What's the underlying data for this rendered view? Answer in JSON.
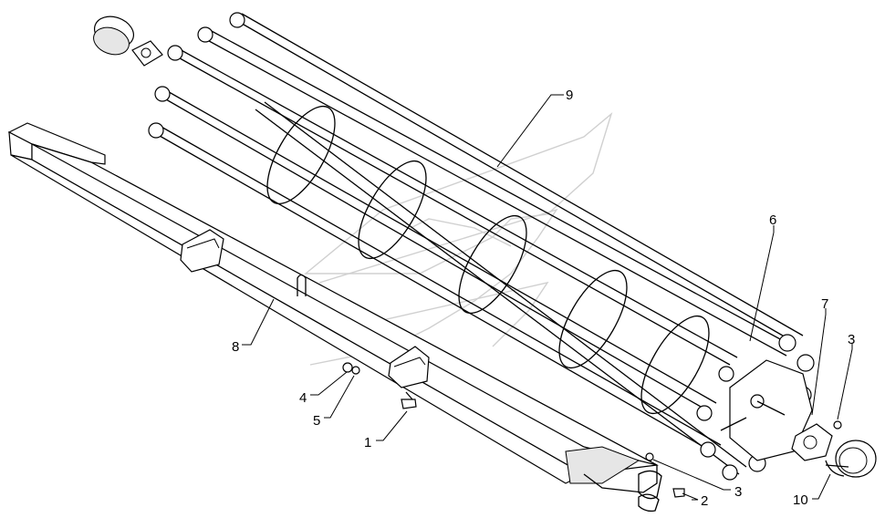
{
  "diagram": {
    "callouts": [
      {
        "id": "9",
        "label": "9"
      },
      {
        "id": "8",
        "label": "8"
      },
      {
        "id": "6",
        "label": "6"
      },
      {
        "id": "7",
        "label": "7"
      },
      {
        "id": "3a",
        "label": "3"
      },
      {
        "id": "4",
        "label": "4"
      },
      {
        "id": "5",
        "label": "5"
      },
      {
        "id": "1",
        "label": "1"
      },
      {
        "id": "2",
        "label": "2"
      },
      {
        "id": "3b",
        "label": "3"
      },
      {
        "id": "10",
        "label": "10"
      }
    ],
    "colors": {
      "ink": "#000000",
      "watermark": "#d0d0d0",
      "background": "#ffffff"
    }
  }
}
